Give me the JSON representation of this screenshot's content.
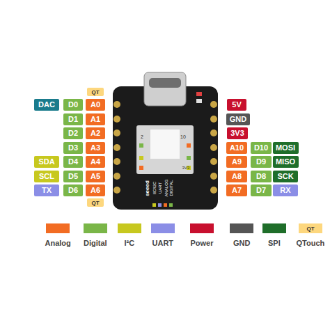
{
  "diagram": {
    "nodes": [
      {
        "text": [
          "QT"
        ]
      },
      {
        "text": [
          "DAC"
        ]
      },
      {
        "text": [
          "D0"
        ]
      },
      {
        "text": [
          "A0"
        ]
      },
      {
        "text": [
          "5V"
        ]
      },
      {
        "text": [
          "D1"
        ]
      },
      {
        "text": [
          "A1"
        ]
      },
      {
        "text": [
          "GND"
        ]
      },
      {
        "text": [
          "D2"
        ]
      },
      {
        "text": [
          "A2"
        ]
      },
      {
        "text": [
          "3V3"
        ]
      },
      {
        "text": [
          "D3"
        ]
      },
      {
        "text": [
          "A3"
        ]
      },
      {
        "text": [
          "A10"
        ]
      },
      {
        "text": [
          "D10"
        ]
      },
      {
        "text": [
          "MOSI"
        ]
      },
      {
        "text": [
          "SDA"
        ]
      },
      {
        "text": [
          "D4"
        ]
      },
      {
        "text": [
          "A4"
        ]
      },
      {
        "text": [
          "A9"
        ]
      },
      {
        "text": [
          "D9"
        ]
      },
      {
        "text": [
          "MISO"
        ]
      },
      {
        "text": [
          "SCL"
        ]
      },
      {
        "text": [
          "D5"
        ]
      },
      {
        "text": [
          "A5"
        ]
      },
      {
        "text": [
          "A8"
        ]
      },
      {
        "text": [
          "D8"
        ]
      },
      {
        "text": [
          "SCK"
        ]
      },
      {
        "text": [
          "TX"
        ]
      },
      {
        "text": [
          "D6"
        ]
      },
      {
        "text": [
          "A6"
        ]
      },
      {
        "text": [
          "A7"
        ]
      },
      {
        "text": [
          "D7"
        ]
      },
      {
        "text": [
          "RX"
        ]
      },
      {
        "text": [
          "QT"
        ]
      }
    ],
    "labels": [
      "QT",
      "seeed",
      "IIC/I2C",
      "UART",
      "ANALOG",
      "DIGITAL",
      "2",
      "10",
      "3V3"
    ],
    "legend": [
      {
        "text": "Analog",
        "color": "#f26c23"
      },
      {
        "text": "Digital",
        "color": "#7ab648"
      },
      {
        "text": "I²C",
        "color": "#c7c81f"
      },
      {
        "text": "UART",
        "color": "#8b8ee6"
      },
      {
        "text": "Power",
        "color": "#c8102e"
      },
      {
        "text": "GND",
        "color": "#555555"
      },
      {
        "text": "SPI",
        "color": "#1f6e2a"
      },
      {
        "text": "QTouch",
        "color": "#fdd77e"
      }
    ]
  }
}
